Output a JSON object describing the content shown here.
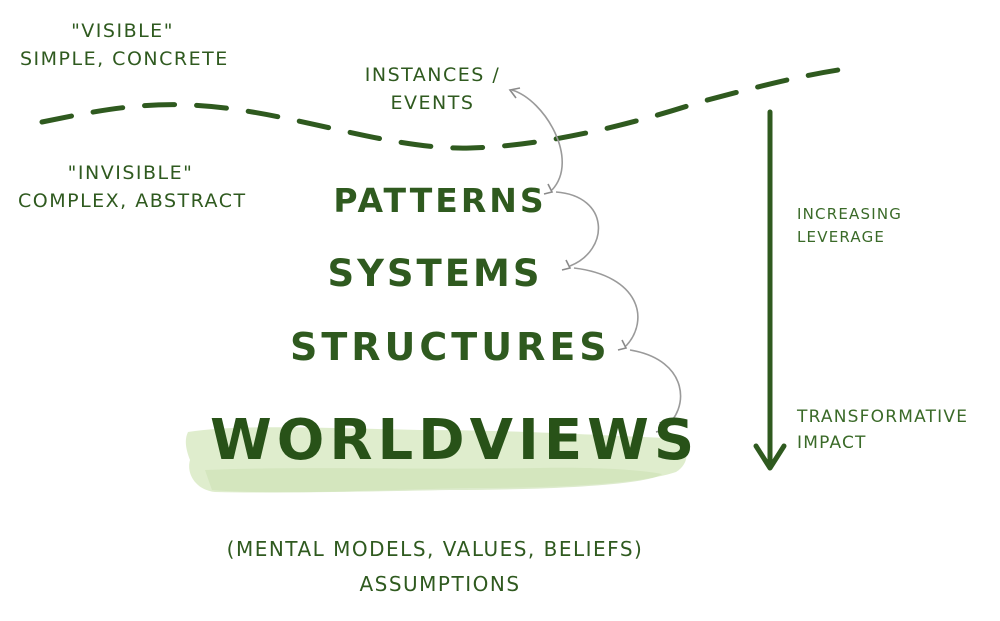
{
  "top_labels": {
    "visible_title": "\"Visible\"",
    "visible_sub": "simple, concrete",
    "invisible_title": "\"Invisible\"",
    "invisible_sub": "complex, abstract"
  },
  "levels": {
    "instances_line1": "Instances /",
    "instances_line2": "Events",
    "patterns": "Patterns",
    "systems": "Systems",
    "structures": "Structures",
    "worldviews": "Worldviews"
  },
  "worldviews_details": {
    "line1": "(mental models, values, beliefs)",
    "line2": "assumptions"
  },
  "axis": {
    "leverage_line1": "Increasing",
    "leverage_line2": "Leverage",
    "impact_line1": "Transformative",
    "impact_line2": "Impact"
  },
  "colors": {
    "ink": "#2f5a1f",
    "highlight": "#dcebc8",
    "connector": "#9a9a9a"
  }
}
